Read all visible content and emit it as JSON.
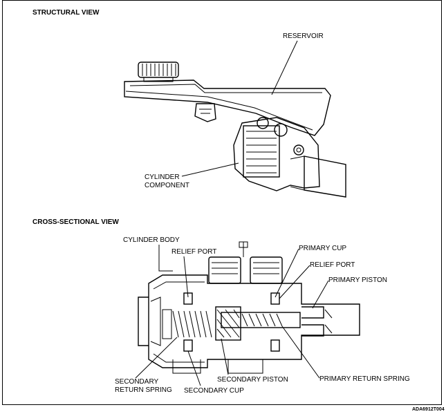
{
  "sections": {
    "structural_title": "STRUCTURAL VIEW",
    "cross_title": "CROSS-SECTIONAL VIEW"
  },
  "labels": {
    "reservoir": "RESERVOIR",
    "cylinder_component_1": "CYLINDER",
    "cylinder_component_2": "COMPONENT",
    "cylinder_body": "CYLINDER BODY",
    "relief_port_left": "RELIEF PORT",
    "primary_cup": "PRIMARY CUP",
    "relief_port_right": "RELIEF PORT",
    "primary_piston": "PRIMARY PISTON",
    "secondary_return_spring_1": "SECONDARY",
    "secondary_return_spring_2": "RETURN SPRING",
    "secondary_piston": "SECONDARY PISTON",
    "secondary_cup": "SECONDARY CUP",
    "primary_return_spring": "PRIMARY RETURN SPRING"
  },
  "figure_code": "ADA6912T004"
}
